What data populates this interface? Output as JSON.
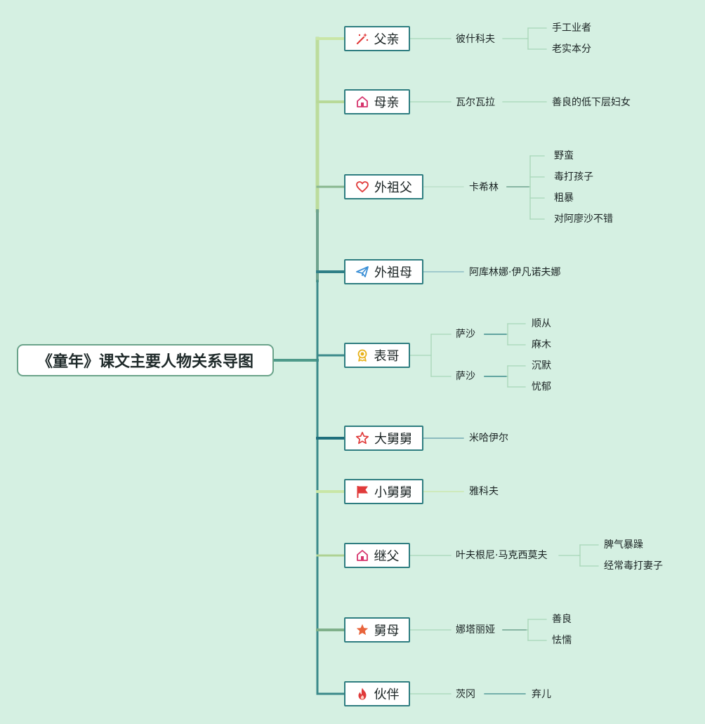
{
  "title": "《童年》课文主要人物关系导图",
  "branches": [
    {
      "label": "父亲",
      "icon": "magic-wand-icon",
      "name": {
        "text": "彼什科夫",
        "traits": [
          "手工业者",
          "老实本分"
        ]
      }
    },
    {
      "label": "母亲",
      "icon": "home-icon",
      "name": {
        "text": "瓦尔瓦拉",
        "traits": [
          "善良的低下层妇女"
        ]
      }
    },
    {
      "label": "外祖父",
      "icon": "heart-icon",
      "name": {
        "text": "卡希林",
        "traits": [
          "野蛮",
          "毒打孩子",
          "粗暴",
          "对阿廖沙不错"
        ]
      }
    },
    {
      "label": "外祖母",
      "icon": "paper-plane-icon",
      "name": {
        "text": "阿库林娜·伊凡诺夫娜",
        "traits": []
      }
    },
    {
      "label": "表哥",
      "icon": "award-ribbon-icon",
      "names": [
        {
          "text": "萨沙",
          "traits": [
            "顺从",
            "麻木"
          ]
        },
        {
          "text": "萨沙",
          "traits": [
            "沉默",
            "忧郁"
          ]
        }
      ]
    },
    {
      "label": "大舅舅",
      "icon": "star-outline-icon",
      "name": {
        "text": "米哈伊尔",
        "traits": []
      }
    },
    {
      "label": "小舅舅",
      "icon": "flag-icon",
      "name": {
        "text": "雅科夫",
        "traits": []
      }
    },
    {
      "label": "继父",
      "icon": "home-icon",
      "name": {
        "text": "叶夫根尼·马克西莫夫",
        "traits": [
          "脾气暴躁",
          "经常毒打妻子"
        ]
      }
    },
    {
      "label": "舅母",
      "icon": "star-filled-icon",
      "name": {
        "text": "娜塔丽娅",
        "traits": [
          "善良",
          "怯懦"
        ]
      }
    },
    {
      "label": "伙伴",
      "icon": "fire-icon",
      "name": {
        "text": "茨冈",
        "traits": [
          "弃儿"
        ]
      }
    }
  ],
  "colors": {
    "background": "#d5f0e2",
    "root_border": "#6aa38a",
    "branch_border": "#2e7d80",
    "icon_red": "#e03a3a",
    "icon_pink": "#d6336c",
    "icon_blue": "#3b8fd6",
    "icon_gold": "#e8b21b",
    "icon_orange": "#e8643c"
  }
}
